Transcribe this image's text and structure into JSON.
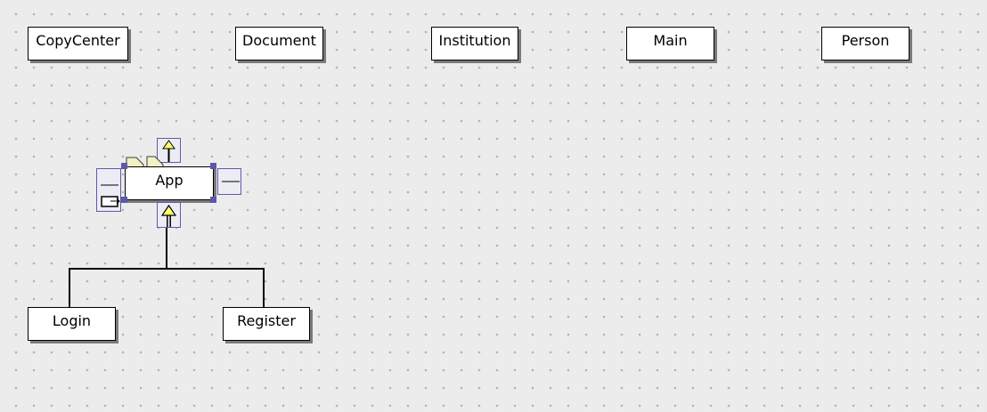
{
  "diagram": {
    "top_classes": [
      "CopyCenter",
      "Document",
      "Institution",
      "Main",
      "Person"
    ],
    "selected_class": "App",
    "subclasses": [
      "Login",
      "Register"
    ]
  }
}
